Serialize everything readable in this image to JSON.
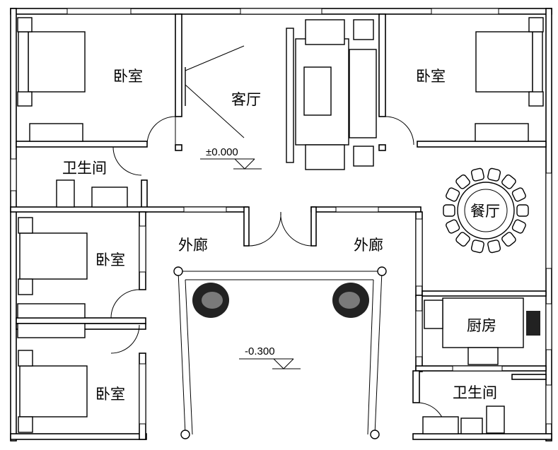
{
  "rooms": {
    "bedroom_top_left": "卧室",
    "living_room": "客厅",
    "bedroom_top_right": "卧室",
    "bathroom_left": "卫生间",
    "dining_room": "餐厅",
    "corridor_left": "外廊",
    "corridor_right": "外廊",
    "bedroom_mid_left": "卧室",
    "kitchen": "厨房",
    "bedroom_bottom_left": "卧室",
    "bathroom_right": "卫生间"
  },
  "levels": {
    "indoor": "±0.000",
    "courtyard": "-0.300"
  },
  "dining_chairs": 14
}
